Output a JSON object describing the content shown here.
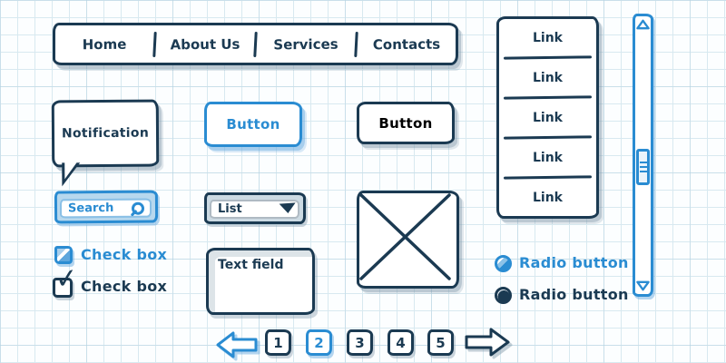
{
  "colors": {
    "ink_navy": "#1b3a52",
    "accent_blue": "#2a8cd2",
    "grid_line": "#d8e9f0",
    "paper": "#fcfeff"
  },
  "navbar": {
    "items": [
      {
        "label": "Home"
      },
      {
        "label": "About Us"
      },
      {
        "label": "Services"
      },
      {
        "label": "Contacts"
      }
    ]
  },
  "notification": {
    "label": "Notification"
  },
  "buttons": {
    "primary": {
      "label": "Button",
      "style": "blue"
    },
    "secondary": {
      "label": "Button",
      "style": "navy"
    }
  },
  "search": {
    "value": "Search",
    "icon": "magnifier"
  },
  "dropdown": {
    "label": "List",
    "icon": "triangle-down"
  },
  "checkboxes": [
    {
      "label": "Check box",
      "checked": false,
      "style": "blue"
    },
    {
      "label": "Check box",
      "checked": true,
      "style": "navy"
    }
  ],
  "text_field": {
    "label": "Text field"
  },
  "image_placeholder": {
    "icon": "crossed-box"
  },
  "link_list": {
    "items": [
      {
        "label": "Link"
      },
      {
        "label": "Link"
      },
      {
        "label": "Link"
      },
      {
        "label": "Link"
      },
      {
        "label": "Link"
      }
    ]
  },
  "radio_buttons": [
    {
      "label": "Radio button",
      "selected": false,
      "style": "blue"
    },
    {
      "label": "Radio button",
      "selected": true,
      "style": "navy"
    }
  ],
  "scrollbar": {
    "up_icon": "triangle-up",
    "down_icon": "triangle-down",
    "thumb_icon": "grip-lines"
  },
  "pagination": {
    "prev_icon": "arrow-left",
    "next_icon": "arrow-right",
    "pages": [
      "1",
      "2",
      "3",
      "4",
      "5"
    ],
    "active_page": "2"
  },
  "glyphs": {
    "check": "✓"
  }
}
